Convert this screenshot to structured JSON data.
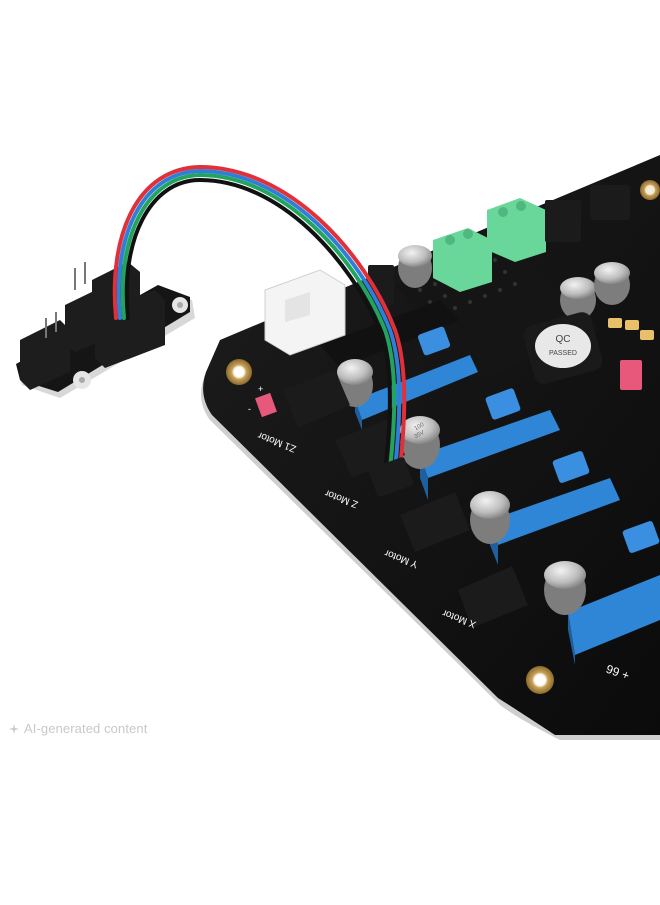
{
  "image": {
    "subject": "3D printer controller mainboard with dual Z-axis stepper motor parallel module connected by a 4-wire cable",
    "background_color": "#ffffff"
  },
  "board": {
    "color": "#111111",
    "silkscreen_labels": [
      "Z1 Motor",
      "Z Motor",
      "Y Motor",
      "X Motor"
    ],
    "corner_label": "+ 66",
    "polarity_labels": [
      "+",
      "-"
    ],
    "qc_sticker": {
      "line1": "QC",
      "line2": "PASSED"
    },
    "capacitor_marking": {
      "line1": "100",
      "line2": "35V"
    }
  },
  "cable": {
    "wire_colors": [
      "#e0303a",
      "#2f7fd8",
      "#22a45f",
      "#111111"
    ]
  },
  "colors": {
    "driver_socket_blue": "#2f86d6",
    "terminal_green": "#69d69a",
    "connector_black": "#1b1b1b",
    "mount_hole_gold": "#c9a25a",
    "jumper_pink": "#e8587a"
  },
  "watermark": {
    "text": "AI-generated content"
  }
}
